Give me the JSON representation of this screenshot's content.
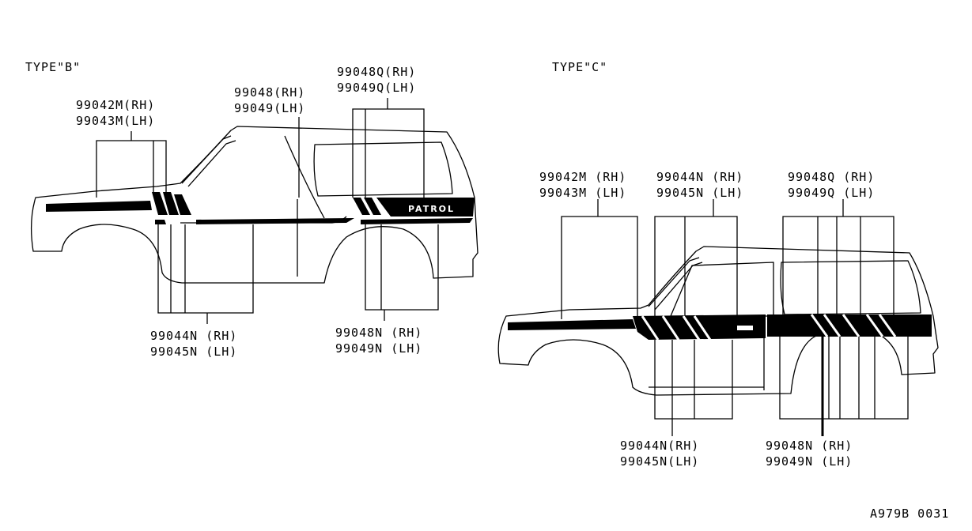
{
  "diagram": {
    "type_b": {
      "title": "TYPE\"B\"",
      "brand_text": "PATROL",
      "callouts": {
        "front_upper": [
          "99042M(RH)",
          "99043M(LH)"
        ],
        "door_upper": [
          "99048(RH)",
          "99049(LH)"
        ],
        "rear_upper": [
          "99048Q(RH)",
          "99049Q(LH)"
        ],
        "front_lower": [
          "99044N (RH)",
          "99045N (LH)"
        ],
        "rear_lower": [
          "99048N (RH)",
          "99049N (LH)"
        ]
      }
    },
    "type_c": {
      "title": "TYPE\"C\"",
      "callouts": {
        "front_upper": [
          "99042M (RH)",
          "99043M (LH)"
        ],
        "mid_upper": [
          "99044N (RH)",
          "99045N (LH)"
        ],
        "rear_upper": [
          "99048Q (RH)",
          "99049Q (LH)"
        ],
        "front_lower": [
          "99044N(RH)",
          "99045N(LH)"
        ],
        "rear_lower": [
          "99048N (RH)",
          "99049N (LH)"
        ]
      }
    },
    "figure_code": "A979B 0031"
  }
}
